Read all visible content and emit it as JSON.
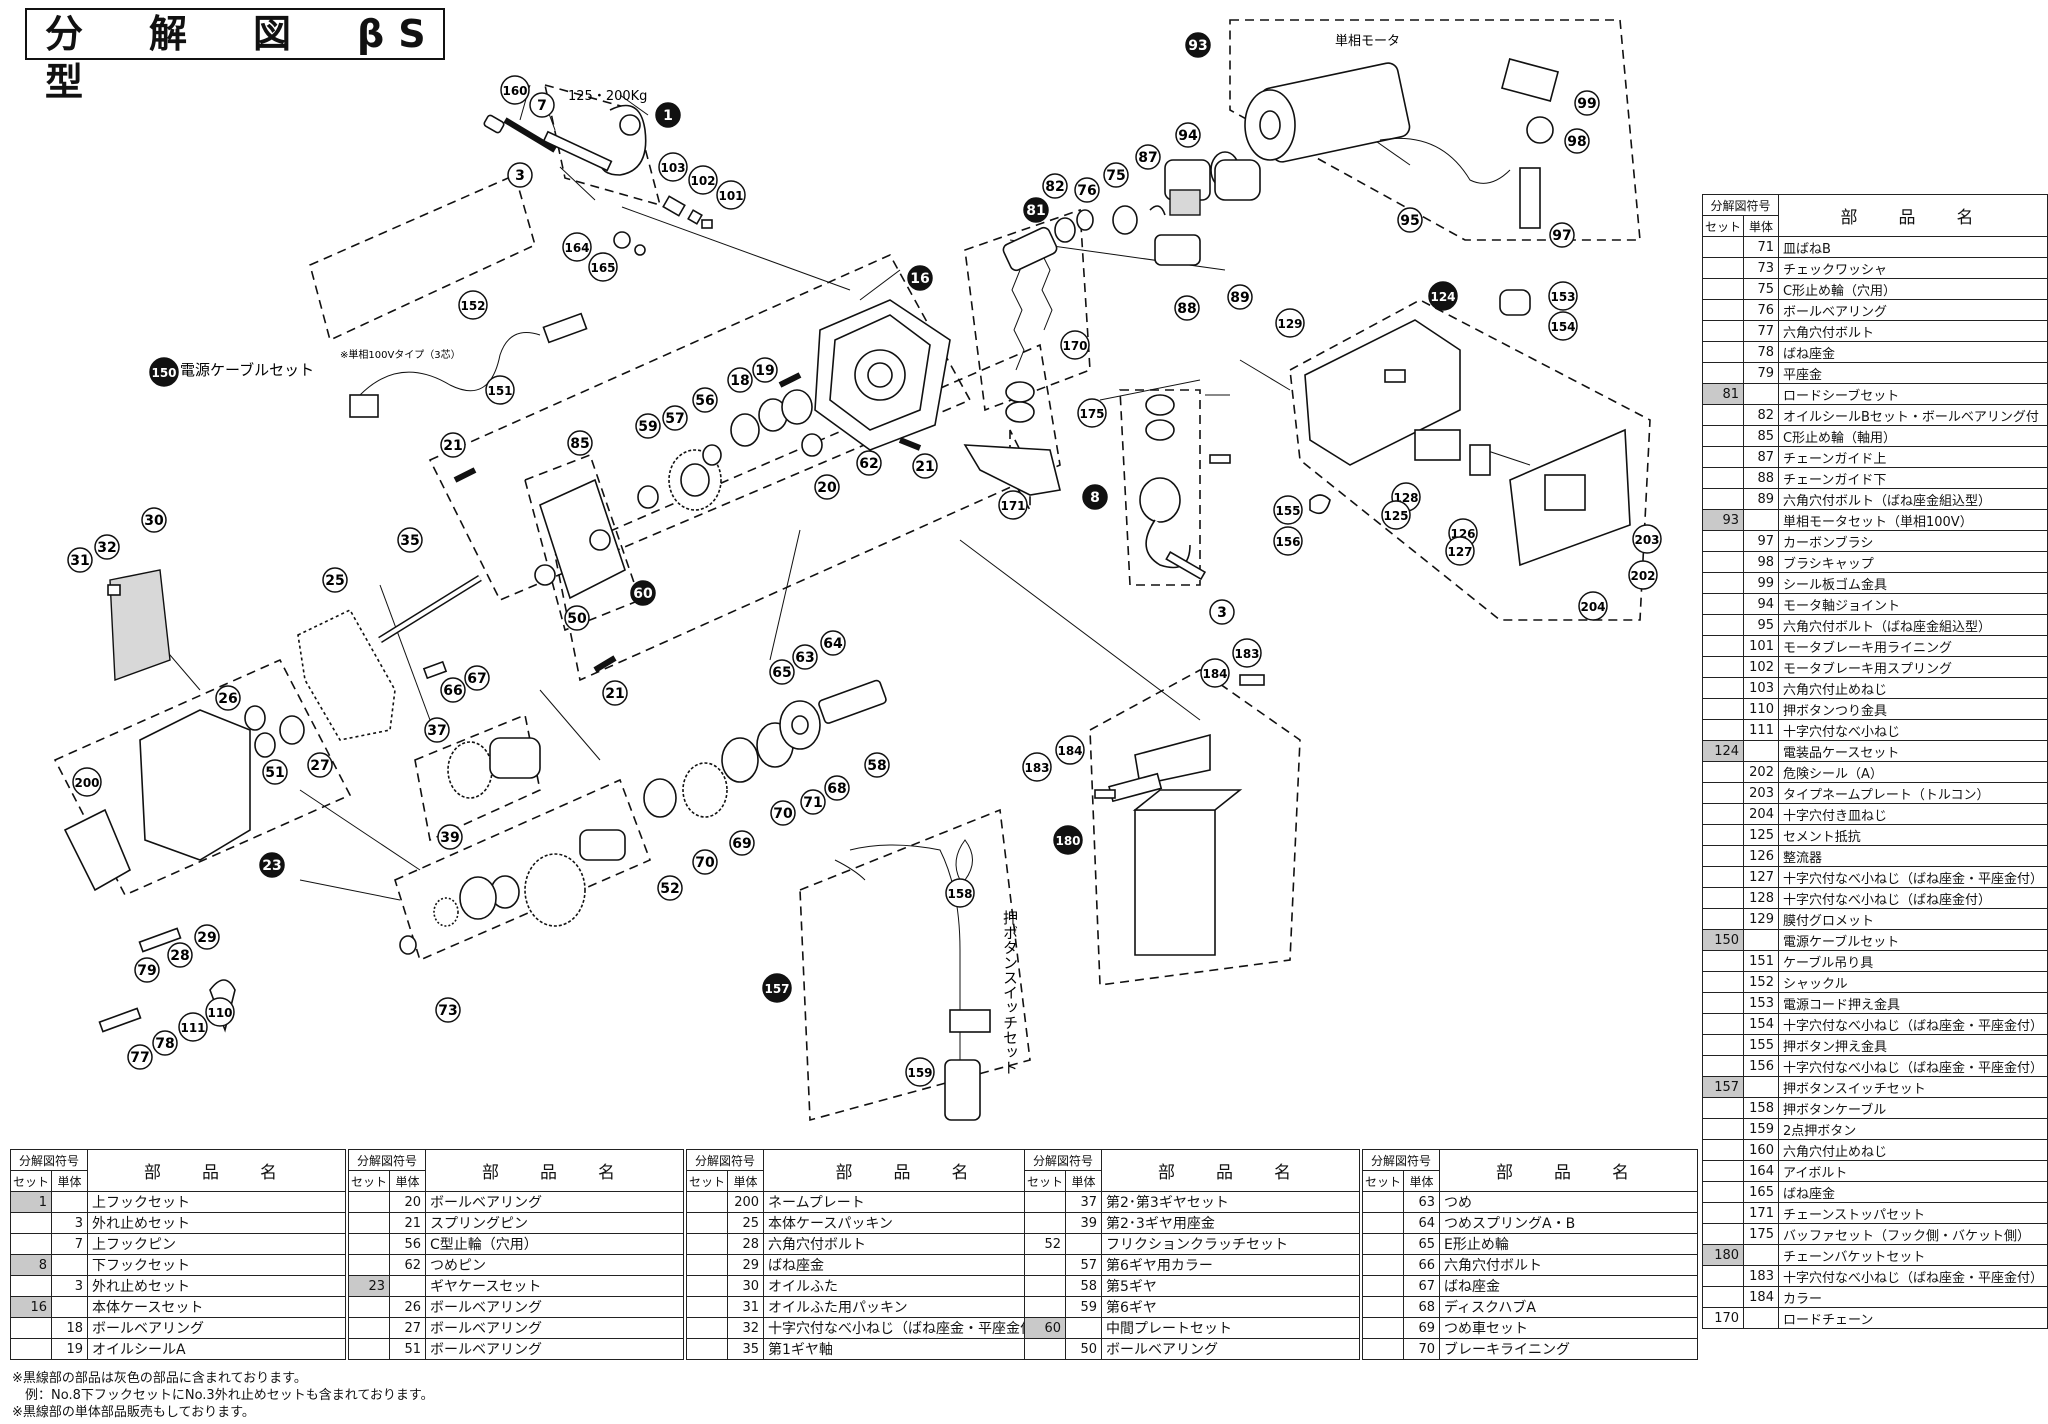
{
  "title": "分　解　図　βS型",
  "annotations": {
    "capacity": "125・200Kg",
    "motor_label": "単相モータ",
    "single_phase_note": "※単相100Vタイプ（3芯）",
    "power_cable_set": "電源ケーブルセット",
    "pushbutton_switch_set": "押ボタンスイッチセット"
  },
  "callouts": [
    {
      "id": "1",
      "style": "black"
    },
    {
      "id": "3",
      "style": "white"
    },
    {
      "id": "7",
      "style": "white"
    },
    {
      "id": "160",
      "style": "white"
    },
    {
      "id": "103",
      "style": "white"
    },
    {
      "id": "102",
      "style": "white"
    },
    {
      "id": "101",
      "style": "white"
    },
    {
      "id": "164",
      "style": "white"
    },
    {
      "id": "165",
      "style": "white"
    },
    {
      "id": "152",
      "style": "white"
    },
    {
      "id": "151",
      "style": "white"
    },
    {
      "id": "150",
      "style": "black"
    },
    {
      "id": "16",
      "style": "black"
    },
    {
      "id": "21",
      "style": "white"
    },
    {
      "id": "19",
      "style": "white"
    },
    {
      "id": "18",
      "style": "white"
    },
    {
      "id": "56",
      "style": "white"
    },
    {
      "id": "57",
      "style": "white"
    },
    {
      "id": "59",
      "style": "white"
    },
    {
      "id": "85",
      "style": "white"
    },
    {
      "id": "20",
      "style": "white"
    },
    {
      "id": "62",
      "style": "white"
    },
    {
      "id": "50",
      "style": "white"
    },
    {
      "id": "60",
      "style": "black"
    },
    {
      "id": "35",
      "style": "white"
    },
    {
      "id": "25",
      "style": "white"
    },
    {
      "id": "30",
      "style": "white"
    },
    {
      "id": "32",
      "style": "white"
    },
    {
      "id": "31",
      "style": "white"
    },
    {
      "id": "26",
      "style": "white"
    },
    {
      "id": "51",
      "style": "white"
    },
    {
      "id": "27",
      "style": "white"
    },
    {
      "id": "200",
      "style": "white"
    },
    {
      "id": "23",
      "style": "black"
    },
    {
      "id": "29",
      "style": "white"
    },
    {
      "id": "28",
      "style": "white"
    },
    {
      "id": "79",
      "style": "white"
    },
    {
      "id": "78",
      "style": "white"
    },
    {
      "id": "77",
      "style": "white"
    },
    {
      "id": "111",
      "style": "white"
    },
    {
      "id": "110",
      "style": "white"
    },
    {
      "id": "37",
      "style": "white"
    },
    {
      "id": "39",
      "style": "white"
    },
    {
      "id": "66",
      "style": "white"
    },
    {
      "id": "67",
      "style": "white"
    },
    {
      "id": "52",
      "style": "white"
    },
    {
      "id": "73",
      "style": "white"
    },
    {
      "id": "70",
      "style": "white"
    },
    {
      "id": "69",
      "style": "white"
    },
    {
      "id": "71",
      "style": "white"
    },
    {
      "id": "68",
      "style": "white"
    },
    {
      "id": "58",
      "style": "white"
    },
    {
      "id": "63",
      "style": "white"
    },
    {
      "id": "64",
      "style": "white"
    },
    {
      "id": "65",
      "style": "white"
    },
    {
      "id": "81",
      "style": "black"
    },
    {
      "id": "82",
      "style": "white"
    },
    {
      "id": "76",
      "style": "white"
    },
    {
      "id": "75",
      "style": "white"
    },
    {
      "id": "87",
      "style": "white"
    },
    {
      "id": "94",
      "style": "white"
    },
    {
      "id": "93",
      "style": "black"
    },
    {
      "id": "95",
      "style": "white"
    },
    {
      "id": "99",
      "style": "white"
    },
    {
      "id": "98",
      "style": "white"
    },
    {
      "id": "97",
      "style": "white"
    },
    {
      "id": "88",
      "style": "white"
    },
    {
      "id": "89",
      "style": "white"
    },
    {
      "id": "170",
      "style": "white"
    },
    {
      "id": "175",
      "style": "white"
    },
    {
      "id": "171",
      "style": "white"
    },
    {
      "id": "8",
      "style": "black"
    },
    {
      "id": "124",
      "style": "black"
    },
    {
      "id": "129",
      "style": "white"
    },
    {
      "id": "153",
      "style": "white"
    },
    {
      "id": "154",
      "style": "white"
    },
    {
      "id": "155",
      "style": "white"
    },
    {
      "id": "156",
      "style": "white"
    },
    {
      "id": "128",
      "style": "white"
    },
    {
      "id": "125",
      "style": "white"
    },
    {
      "id": "126",
      "style": "white"
    },
    {
      "id": "127",
      "style": "white"
    },
    {
      "id": "203",
      "style": "white"
    },
    {
      "id": "202",
      "style": "white"
    },
    {
      "id": "204",
      "style": "white"
    },
    {
      "id": "183",
      "style": "white"
    },
    {
      "id": "184",
      "style": "white"
    },
    {
      "id": "180",
      "style": "black"
    },
    {
      "id": "158",
      "style": "white"
    },
    {
      "id": "157",
      "style": "black"
    },
    {
      "id": "159",
      "style": "white"
    }
  ],
  "table_headers": {
    "group": "分解図符号",
    "set": "セット",
    "single": "単体",
    "name": "部　品　名"
  },
  "tables": [
    {
      "rows": [
        {
          "set": "1",
          "single": "",
          "name": "上フックセット",
          "gray": true
        },
        {
          "set": "",
          "single": "3",
          "name": "外れ止めセット"
        },
        {
          "set": "",
          "single": "7",
          "name": "上フックピン"
        },
        {
          "set": "8",
          "single": "",
          "name": "下フックセット",
          "gray": true
        },
        {
          "set": "",
          "single": "3",
          "name": "外れ止めセット"
        },
        {
          "set": "16",
          "single": "",
          "name": "本体ケースセット",
          "gray": true
        },
        {
          "set": "",
          "single": "18",
          "name": "ボールベアリング"
        },
        {
          "set": "",
          "single": "19",
          "name": "オイルシールA"
        }
      ]
    },
    {
      "rows": [
        {
          "set": "",
          "single": "20",
          "name": "ボールベアリング"
        },
        {
          "set": "",
          "single": "21",
          "name": "スプリングピン"
        },
        {
          "set": "",
          "single": "56",
          "name": "C型止輪（穴用）"
        },
        {
          "set": "",
          "single": "62",
          "name": "つめピン"
        },
        {
          "set": "23",
          "single": "",
          "name": "ギヤケースセット",
          "gray": true
        },
        {
          "set": "",
          "single": "26",
          "name": "ボールベアリング"
        },
        {
          "set": "",
          "single": "27",
          "name": "ボールベアリング"
        },
        {
          "set": "",
          "single": "51",
          "name": "ボールベアリング"
        }
      ]
    },
    {
      "rows": [
        {
          "set": "",
          "single": "200",
          "name": "ネームプレート"
        },
        {
          "set": "",
          "single": "25",
          "name": "本体ケースパッキン"
        },
        {
          "set": "",
          "single": "28",
          "name": "六角穴付ボルト"
        },
        {
          "set": "",
          "single": "29",
          "name": "ばね座金"
        },
        {
          "set": "",
          "single": "30",
          "name": "オイルふた"
        },
        {
          "set": "",
          "single": "31",
          "name": "オイルふた用パッキン"
        },
        {
          "set": "",
          "single": "32",
          "name": "十字穴付なべ小ねじ（ばね座金・平座金付）"
        },
        {
          "set": "",
          "single": "35",
          "name": "第1ギヤ軸"
        }
      ]
    },
    {
      "rows": [
        {
          "set": "",
          "single": "37",
          "name": "第2･第3ギヤセット"
        },
        {
          "set": "",
          "single": "39",
          "name": "第2･3ギヤ用座金"
        },
        {
          "set": "52",
          "single": "",
          "name": "フリクションクラッチセット"
        },
        {
          "set": "",
          "single": "57",
          "name": "第6ギヤ用カラー"
        },
        {
          "set": "",
          "single": "58",
          "name": "第5ギヤ"
        },
        {
          "set": "",
          "single": "59",
          "name": "第6ギヤ"
        },
        {
          "set": "60",
          "single": "",
          "name": "中間プレートセット",
          "gray": true
        },
        {
          "set": "",
          "single": "50",
          "name": "ボールベアリング"
        }
      ]
    },
    {
      "rows": [
        {
          "set": "",
          "single": "63",
          "name": "つめ"
        },
        {
          "set": "",
          "single": "64",
          "name": "つめスプリングA・B"
        },
        {
          "set": "",
          "single": "65",
          "name": "E形止め輪"
        },
        {
          "set": "",
          "single": "66",
          "name": "六角穴付ボルト"
        },
        {
          "set": "",
          "single": "67",
          "name": "ばね座金"
        },
        {
          "set": "",
          "single": "68",
          "name": "ディスクハブA"
        },
        {
          "set": "",
          "single": "69",
          "name": "つめ車セット"
        },
        {
          "set": "",
          "single": "70",
          "name": "ブレーキライニング"
        }
      ]
    },
    {
      "rows": [
        {
          "set": "",
          "single": "71",
          "name": "皿ばねB"
        },
        {
          "set": "",
          "single": "73",
          "name": "チェックワッシャ"
        },
        {
          "set": "",
          "single": "75",
          "name": "C形止め輪（穴用）"
        },
        {
          "set": "",
          "single": "76",
          "name": "ボールベアリング"
        },
        {
          "set": "",
          "single": "77",
          "name": "六角穴付ボルト"
        },
        {
          "set": "",
          "single": "78",
          "name": "ばね座金"
        },
        {
          "set": "",
          "single": "79",
          "name": "平座金"
        },
        {
          "set": "81",
          "single": "",
          "name": "ロードシーブセット",
          "gray": true
        },
        {
          "set": "",
          "single": "82",
          "name": "オイルシールBセット・ボールベアリング付"
        },
        {
          "set": "",
          "single": "85",
          "name": "C形止め輪（軸用）"
        },
        {
          "set": "",
          "single": "87",
          "name": "チェーンガイド上"
        },
        {
          "set": "",
          "single": "88",
          "name": "チェーンガイド下"
        },
        {
          "set": "",
          "single": "89",
          "name": "六角穴付ボルト（ばね座金組込型）"
        },
        {
          "set": "93",
          "single": "",
          "name": "単相モータセット（単相100V）",
          "gray": true
        },
        {
          "set": "",
          "single": "97",
          "name": "カーボンブラシ"
        },
        {
          "set": "",
          "single": "98",
          "name": "ブラシキャップ"
        },
        {
          "set": "",
          "single": "99",
          "name": "シール板ゴム金具"
        },
        {
          "set": "",
          "single": "94",
          "name": "モータ軸ジョイント"
        },
        {
          "set": "",
          "single": "95",
          "name": "六角穴付ボルト（ばね座金組込型）"
        },
        {
          "set": "",
          "single": "101",
          "name": "モータブレーキ用ライニング"
        },
        {
          "set": "",
          "single": "102",
          "name": "モータブレーキ用スプリング"
        },
        {
          "set": "",
          "single": "103",
          "name": "六角穴付止めねじ"
        },
        {
          "set": "",
          "single": "110",
          "name": "押ボタンつり金具"
        },
        {
          "set": "",
          "single": "111",
          "name": "十字穴付なべ小ねじ"
        },
        {
          "set": "124",
          "single": "",
          "name": "電装品ケースセット",
          "gray": true
        },
        {
          "set": "",
          "single": "202",
          "name": "危険シール（A）"
        },
        {
          "set": "",
          "single": "203",
          "name": "タイプネームプレート（トルコン）"
        },
        {
          "set": "",
          "single": "204",
          "name": "十字穴付き皿ねじ"
        },
        {
          "set": "",
          "single": "125",
          "name": "セメント抵抗"
        },
        {
          "set": "",
          "single": "126",
          "name": "整流器"
        },
        {
          "set": "",
          "single": "127",
          "name": "十字穴付なべ小ねじ（ばね座金・平座金付）"
        },
        {
          "set": "",
          "single": "128",
          "name": "十字穴付なべ小ねじ（ばね座金付）"
        },
        {
          "set": "",
          "single": "129",
          "name": "膜付グロメット"
        },
        {
          "set": "150",
          "single": "",
          "name": "電源ケーブルセット",
          "gray": true
        },
        {
          "set": "",
          "single": "151",
          "name": "ケーブル吊り具"
        },
        {
          "set": "",
          "single": "152",
          "name": "シャックル"
        },
        {
          "set": "",
          "single": "153",
          "name": "電源コード押え金具"
        },
        {
          "set": "",
          "single": "154",
          "name": "十字穴付なべ小ねじ（ばね座金・平座金付）"
        },
        {
          "set": "",
          "single": "155",
          "name": "押ボタン押え金具"
        },
        {
          "set": "",
          "single": "156",
          "name": "十字穴付なべ小ねじ（ばね座金・平座金付）"
        },
        {
          "set": "157",
          "single": "",
          "name": "押ボタンスイッチセット",
          "gray": true
        },
        {
          "set": "",
          "single": "158",
          "name": "押ボタンケーブル"
        },
        {
          "set": "",
          "single": "159",
          "name": "2点押ボタン"
        },
        {
          "set": "",
          "single": "160",
          "name": "六角穴付止めねじ"
        },
        {
          "set": "",
          "single": "164",
          "name": "アイボルト"
        },
        {
          "set": "",
          "single": "165",
          "name": "ばね座金"
        },
        {
          "set": "",
          "single": "171",
          "name": "チェーンストッパセット"
        },
        {
          "set": "",
          "single": "175",
          "name": "バッファセット（フック側・バケット側）"
        },
        {
          "set": "180",
          "single": "",
          "name": "チェーンバケットセット",
          "gray": true
        },
        {
          "set": "",
          "single": "183",
          "name": "十字穴付なべ小ねじ（ばね座金・平座金付）"
        },
        {
          "set": "",
          "single": "184",
          "name": "カラー"
        },
        {
          "set": "170",
          "single": "",
          "name": "ロードチェーン"
        }
      ]
    }
  ],
  "notes": [
    "※黒線部の部品は灰色の部品に含まれております。",
    "　例：No.8下フックセットにNo.3外れ止めセットも含まれております。",
    "※黒線部の単体部品販売もしております。"
  ]
}
